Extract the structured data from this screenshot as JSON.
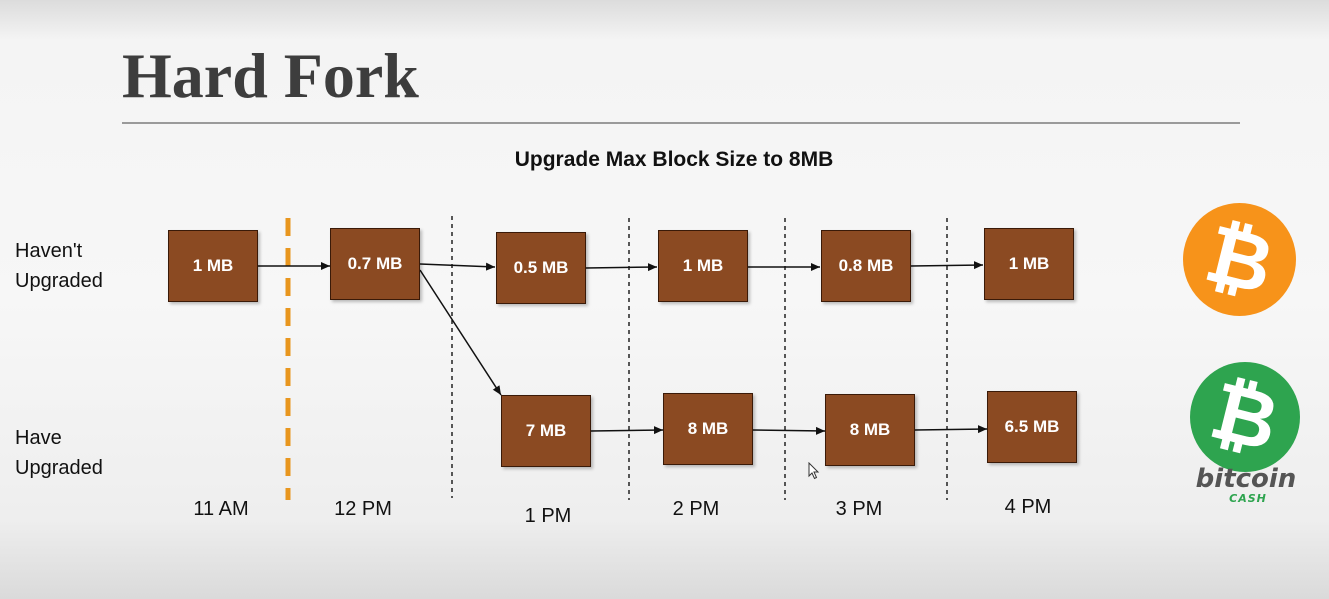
{
  "slide": {
    "title": "Hard Fork",
    "subtitle": "Upgrade Max Block Size to 8MB"
  },
  "rows": {
    "not_upgraded_line1": "Haven't",
    "not_upgraded_line2": "Upgraded",
    "upgraded_line1": "Have",
    "upgraded_line2": "Upgraded"
  },
  "blocks_not_upgraded": [
    "1 MB",
    "0.7 MB",
    "0.5 MB",
    "1 MB",
    "0.8 MB",
    "1 MB"
  ],
  "blocks_upgraded": [
    "7 MB",
    "8 MB",
    "8 MB",
    "6.5 MB"
  ],
  "times": [
    "11 AM",
    "12 PM",
    "1 PM",
    "2 PM",
    "3 PM",
    "4 PM"
  ],
  "logos": {
    "bitcoin_icon": "bitcoin-icon",
    "bitcoin_cash_icon": "bitcoin-cash-icon",
    "bitcoin_cash_word": "bitcoin",
    "bitcoin_cash_sub": "CASH"
  },
  "colors": {
    "block_fill": "#8b4a22",
    "fork_line": "#e8961e",
    "bitcoin": "#f7931a",
    "bitcoin_cash": "#2ea44f"
  }
}
